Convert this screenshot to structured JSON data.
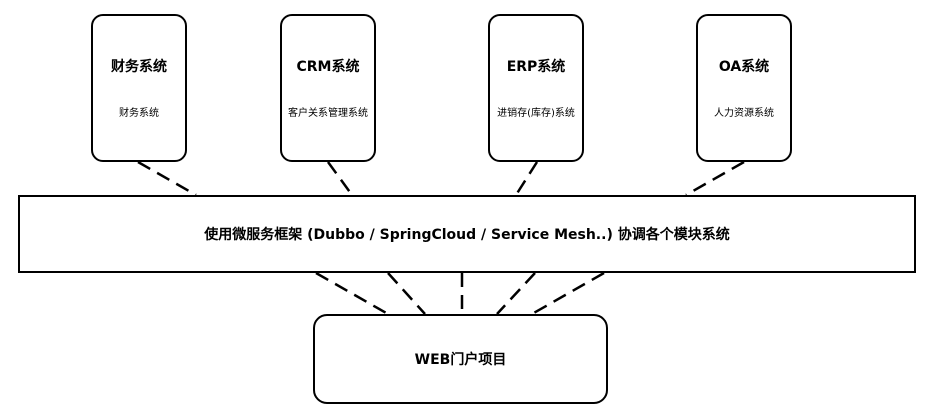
{
  "systems": [
    {
      "title": "财务系统",
      "description": "财务系统"
    },
    {
      "title": "CRM系统",
      "description": "客户关系管理系统"
    },
    {
      "title": "ERP系统",
      "description": "进销存(库存)系统"
    },
    {
      "title": "OA系统",
      "description": "人力资源系统"
    }
  ],
  "bus": {
    "label": "使用微服务框架 (Dubbo / SpringCloud / Service Mesh..) 协调各个模块系统"
  },
  "portal": {
    "label": "WEB门户项目"
  }
}
